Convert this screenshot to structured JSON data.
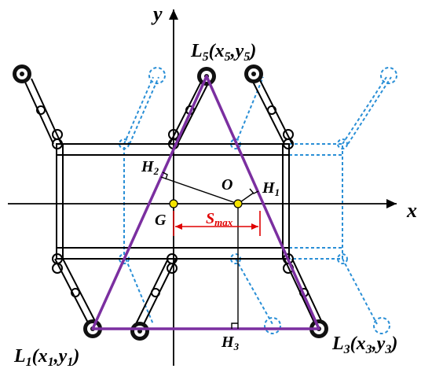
{
  "axes": {
    "x_label": "x",
    "y_label": "y"
  },
  "points": {
    "L5": {
      "main": "L",
      "sub": "5",
      "open": "(x",
      "xsub": "5",
      "comma": ",y",
      "ysub": "5",
      "close": ")"
    },
    "L1": {
      "main": "L",
      "sub": "1",
      "open": "(x",
      "xsub": "1",
      "comma": ",y",
      "ysub": "1",
      "close": ")"
    },
    "L3": {
      "main": "L",
      "sub": "3",
      "open": "(x",
      "xsub": "3",
      "comma": ",y",
      "ysub": "3",
      "close": ")"
    },
    "H1": {
      "main": "H",
      "sub": "1"
    },
    "H2": {
      "main": "H",
      "sub": "2"
    },
    "H3": {
      "main": "H",
      "sub": "3"
    },
    "O": {
      "main": "O"
    },
    "G": {
      "main": "G"
    }
  },
  "smax": {
    "main": "S",
    "sub": "max"
  },
  "colors": {
    "triangle": "#7b2fa0",
    "robot_solid": "#000000",
    "robot_dashed": "#2a8fd6",
    "dimension": "#e00000",
    "marker": "#f5e400"
  }
}
